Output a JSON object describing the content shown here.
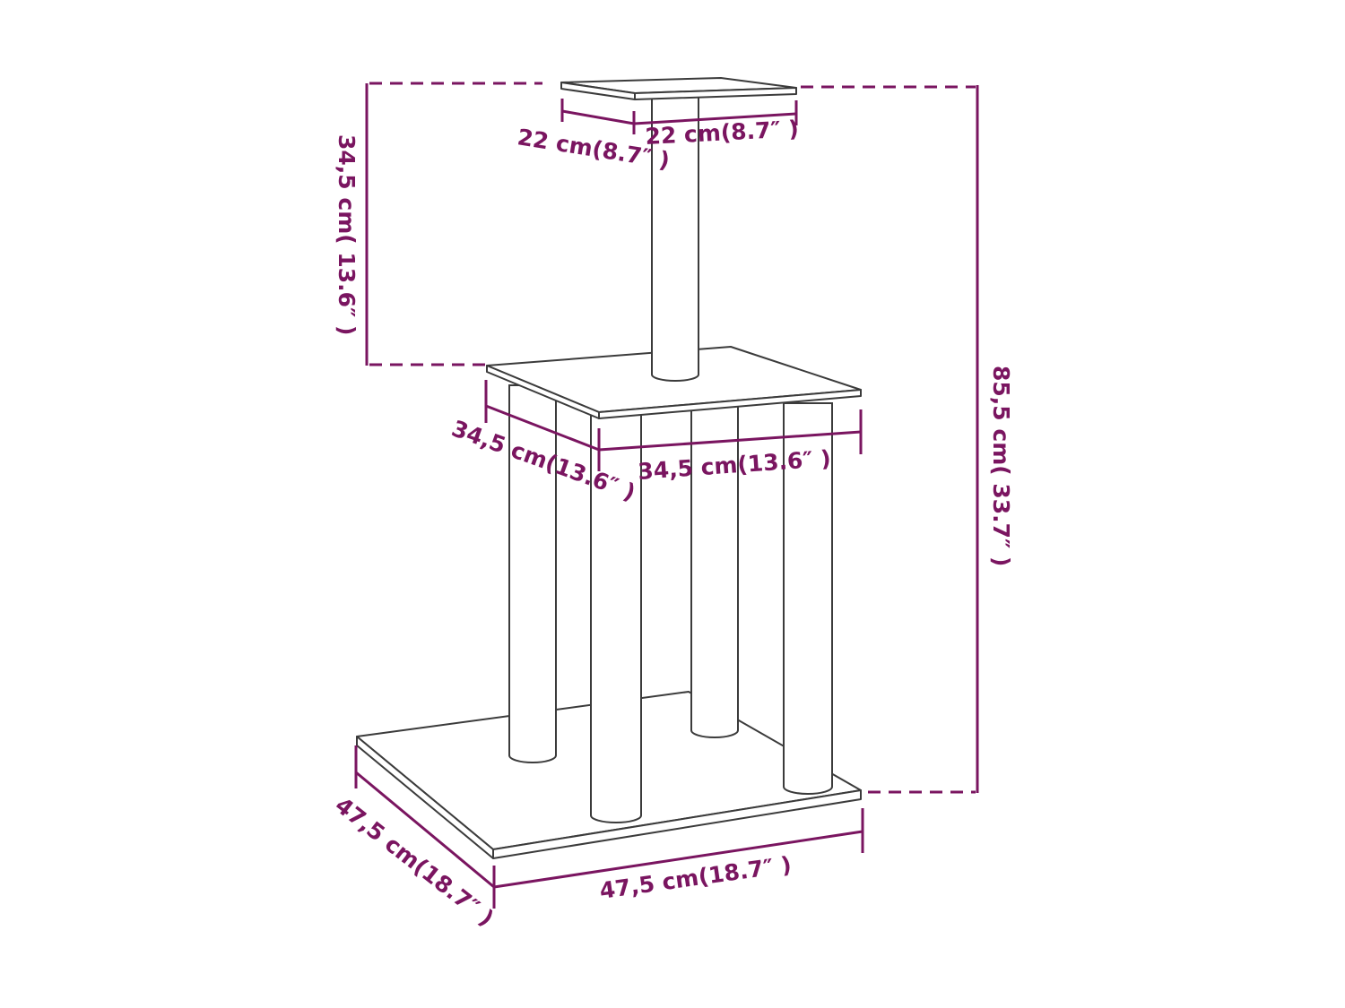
{
  "accent_color": "#7a1560",
  "product": "cat-tree",
  "dimensions": {
    "top_platform_depth": "22 cm(8.7″ )",
    "top_platform_width": "22 cm(8.7″ )",
    "upper_section_height": "34,5 cm( 13.6″ )",
    "middle_platform_depth": "34,5 cm(13.6″ )",
    "middle_platform_width": "34,5 cm(13.6″ )",
    "total_height": "85,5 cm( 33.7″ )",
    "base_depth": "47,5 cm(18.7″ )",
    "base_width": "47,5 cm(18.7″ )"
  }
}
